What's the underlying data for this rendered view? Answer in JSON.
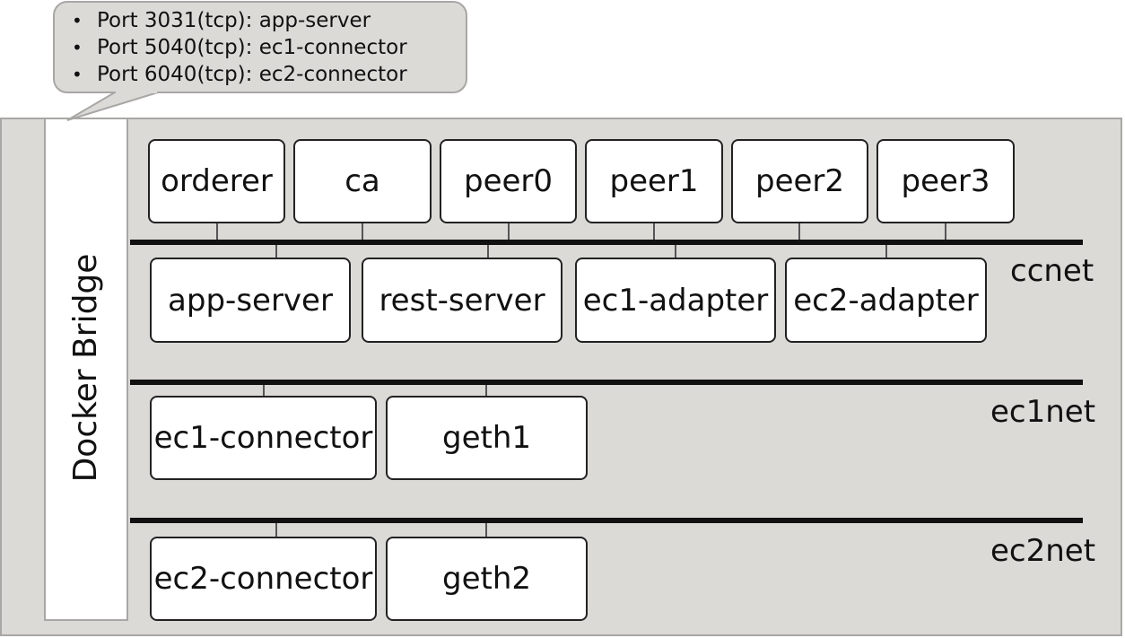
{
  "callout": {
    "items": [
      "Port 3031(tcp): app-server",
      "Port 5040(tcp): ec1-connector",
      "Port 6040(tcp): ec2-connector"
    ]
  },
  "bridge": {
    "label": "Docker Bridge"
  },
  "networks": {
    "ccnet": "ccnet",
    "ec1net": "ec1net",
    "ec2net": "ec2net"
  },
  "nodes": {
    "orderer": "orderer",
    "ca": "ca",
    "peer0": "peer0",
    "peer1": "peer1",
    "peer2": "peer2",
    "peer3": "peer3",
    "app_server": "app-server",
    "rest_server": "rest-server",
    "ec1_adapter": "ec1-adapter",
    "ec2_adapter": "ec2-adapter",
    "ec1_connector": "ec1-connector",
    "geth1": "geth1",
    "ec2_connector": "ec2-connector",
    "geth2": "geth2"
  },
  "colors": {
    "host_background": "#dcdad7",
    "host_border": "#a9a7a5",
    "bridge_background": "#ffffff",
    "node_background": "#ffffff",
    "node_border": "#222222",
    "bus_line": "#111111"
  }
}
